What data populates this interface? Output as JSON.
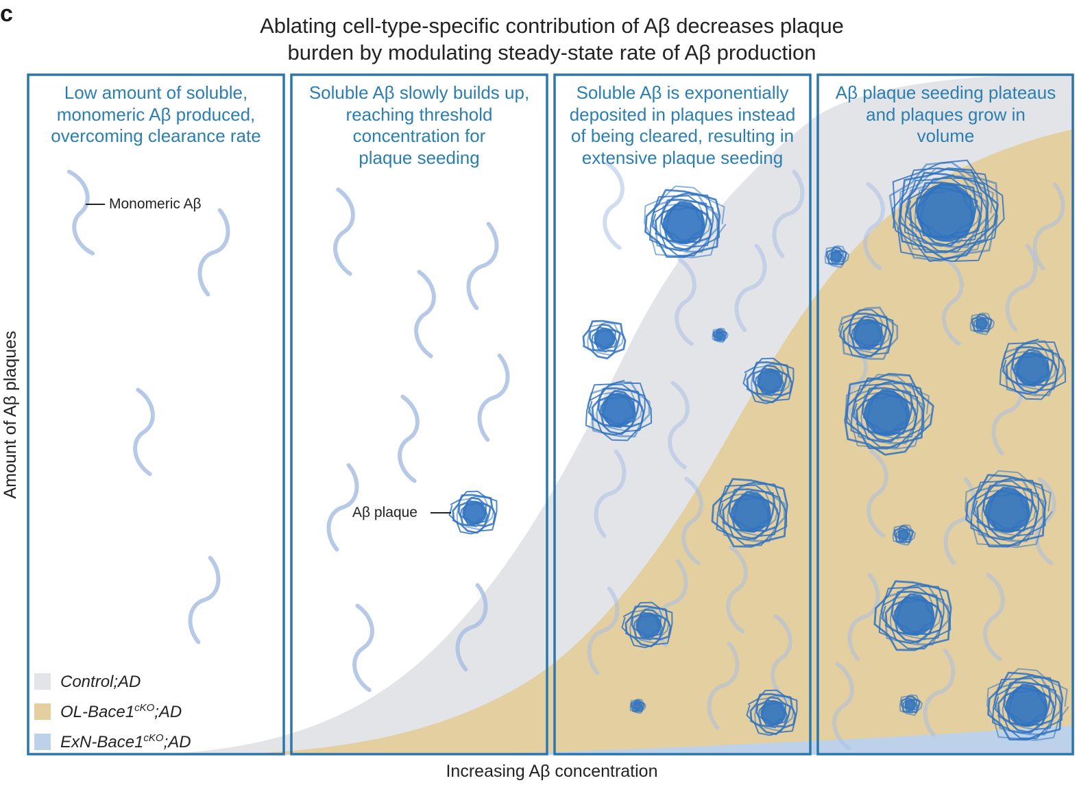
{
  "panel_letter": "c",
  "title": {
    "line1": "Ablating cell-type-specific contribution of Aβ decreases plaque",
    "line2": "burden by modulating steady-state rate of Aβ production"
  },
  "stages": [
    {
      "lines": [
        "Low amount of soluble,",
        "monomeric Aβ produced,",
        "overcoming clearance rate"
      ]
    },
    {
      "lines": [
        "Soluble Aβ slowly builds up,",
        "reaching threshold",
        "concentration for",
        "plaque seeding"
      ]
    },
    {
      "lines": [
        "Soluble Aβ is exponentially",
        "deposited in plaques instead",
        "of being cleared, resulting in",
        "extensive plaque seeding"
      ]
    },
    {
      "lines": [
        "Aβ plaque seeding plateaus",
        "and plaques grow in",
        "volume"
      ]
    }
  ],
  "y_axis_label": "Amount of Aβ plaques",
  "x_axis_label": "Increasing Aβ concentration",
  "callouts": {
    "monomer": "Monomeric Aβ",
    "plaque": "Aβ plaque"
  },
  "legend": [
    {
      "pre": "Control;AD",
      "sup": "",
      "post": "",
      "color": "#e3e4e8"
    },
    {
      "pre": "OL-Bace1",
      "sup": "cKO",
      "post": ";AD",
      "color": "#e4cfa1"
    },
    {
      "pre": "ExN-Bace1",
      "sup": "cKO",
      "post": ";AD",
      "color": "#bdd2e9"
    }
  ],
  "colors": {
    "frame": "#2a76ad",
    "stage_text": "#2a7fb0",
    "monomer": "#a9bfe2",
    "plaque": "#2f72c0",
    "control_area": "#e3e4e8",
    "ol_area": "#e4cfa1",
    "exn_area": "#bdd2e9"
  }
}
